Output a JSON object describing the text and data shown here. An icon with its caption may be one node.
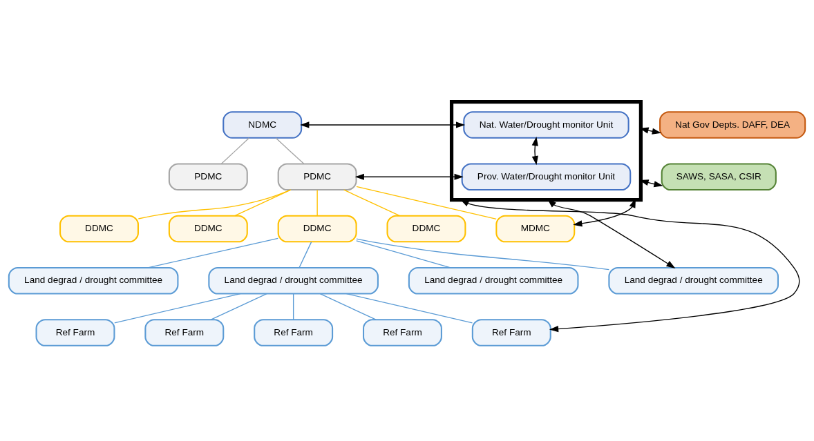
{
  "diagram": {
    "nodes": [
      {
        "text": [
          "NDMC"
        ]
      },
      {
        "text": [],
        "shape": "box"
      },
      {
        "text": [
          "Nat. Water/Drought monitor Unit"
        ],
        "in": 1
      },
      {
        "text": [
          "Nat Gov Depts. DAFF, DEA"
        ]
      },
      {
        "text": [
          "PDMC"
        ]
      },
      {
        "text": [
          "PDMC"
        ]
      },
      {
        "text": [
          "Prov. Water/Drought monitor Unit"
        ],
        "in": 1
      },
      {
        "text": [
          "SAWS, SASA, CSIR"
        ]
      },
      {
        "text": [
          "DDMC"
        ]
      },
      {
        "text": [
          "DDMC"
        ]
      },
      {
        "text": [
          "DDMC"
        ]
      },
      {
        "text": [
          "DDMC"
        ]
      },
      {
        "text": [
          "MDMC"
        ]
      },
      {
        "text": [
          "Land degrad / drought committee"
        ]
      },
      {
        "text": [
          "Land degrad / drought committee"
        ]
      },
      {
        "text": [
          "Land degrad / drought committee"
        ]
      },
      {
        "text": [
          "Land degrad / drought committee"
        ]
      },
      {
        "text": [
          "Ref Farm"
        ]
      },
      {
        "text": [
          "Ref Farm"
        ]
      },
      {
        "text": [
          "Ref Farm"
        ]
      },
      {
        "text": [
          "Ref Farm"
        ]
      },
      {
        "text": [
          "Ref Farm"
        ]
      }
    ],
    "edges": [
      {
        "from": 0,
        "to": 2,
        "arrow": "both",
        "color": "#000000"
      },
      {
        "from": 2,
        "to": 6,
        "arrow": "both",
        "color": "#000000"
      },
      {
        "from": 5,
        "to": 6,
        "arrow": "both",
        "color": "#000000"
      },
      {
        "from": 1,
        "to": 3,
        "arrow": "both",
        "color": "#000000"
      },
      {
        "from": 1,
        "to": 7,
        "arrow": "both",
        "color": "#000000"
      },
      {
        "from": 1,
        "to": 12,
        "arrow": "both",
        "color": "#000000"
      },
      {
        "from": 1,
        "to": 16,
        "arrow": "both",
        "color": "#000000"
      },
      {
        "from": 1,
        "to": 21,
        "arrow": "both",
        "color": "#000000"
      },
      {
        "from": 0,
        "to": 4,
        "arrow": "none",
        "color": "#a5a5a5"
      },
      {
        "from": 0,
        "to": 5,
        "arrow": "none",
        "color": "#a5a5a5"
      },
      {
        "from": 5,
        "to": 8,
        "arrow": "none",
        "color": "#ffc000"
      },
      {
        "from": 5,
        "to": 9,
        "arrow": "none",
        "color": "#ffc000"
      },
      {
        "from": 5,
        "to": 10,
        "arrow": "none",
        "color": "#ffc000"
      },
      {
        "from": 5,
        "to": 11,
        "arrow": "none",
        "color": "#ffc000"
      },
      {
        "from": 5,
        "to": 12,
        "arrow": "none",
        "color": "#ffc000"
      },
      {
        "from": 10,
        "to": 13,
        "arrow": "none",
        "color": "#5b9bd5"
      },
      {
        "from": 10,
        "to": 14,
        "arrow": "none",
        "color": "#5b9bd5"
      },
      {
        "from": 10,
        "to": 15,
        "arrow": "none",
        "color": "#5b9bd5"
      },
      {
        "from": 10,
        "to": 16,
        "arrow": "none",
        "color": "#5b9bd5"
      },
      {
        "from": 14,
        "to": 17,
        "arrow": "none",
        "color": "#5b9bd5"
      },
      {
        "from": 14,
        "to": 18,
        "arrow": "none",
        "color": "#5b9bd5"
      },
      {
        "from": 14,
        "to": 19,
        "arrow": "none",
        "color": "#5b9bd5"
      },
      {
        "from": 14,
        "to": 20,
        "arrow": "none",
        "color": "#5b9bd5"
      },
      {
        "from": 14,
        "to": 21,
        "arrow": "none",
        "color": "#5b9bd5"
      }
    ]
  }
}
